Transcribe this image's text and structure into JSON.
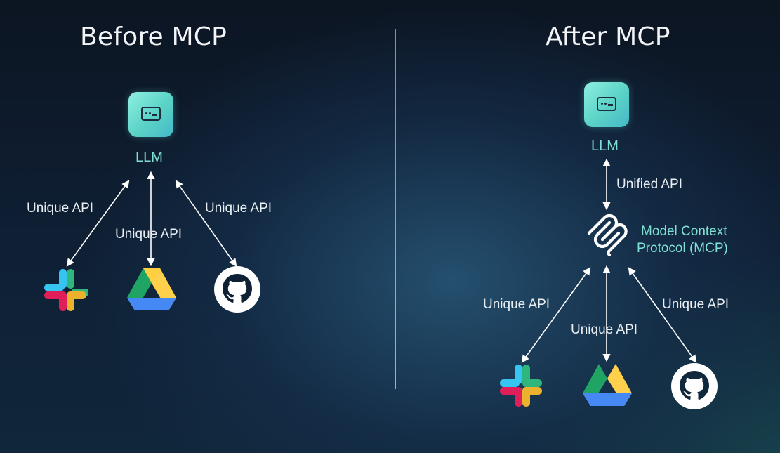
{
  "before": {
    "title": "Before MCP",
    "llm_label": "LLM",
    "left_api_label": "Unique API",
    "middle_api_label": "Unique API",
    "right_api_label": "Unique API"
  },
  "after": {
    "title": "After MCP",
    "llm_label": "LLM",
    "unified_api_label": "Unified API",
    "mcp_label_line1": "Model Context",
    "mcp_label_line2": "Protocol (MCP)",
    "left_api_label": "Unique API",
    "middle_api_label": "Unique API",
    "right_api_label": "Unique API"
  },
  "icons": [
    "terminal-icon",
    "slack-icon",
    "google-drive-icon",
    "github-icon",
    "mcp-logo-icon"
  ],
  "colors": {
    "accent": "#7fe0d4",
    "divider": "#6fd6b8",
    "text": "#e9eef3"
  }
}
